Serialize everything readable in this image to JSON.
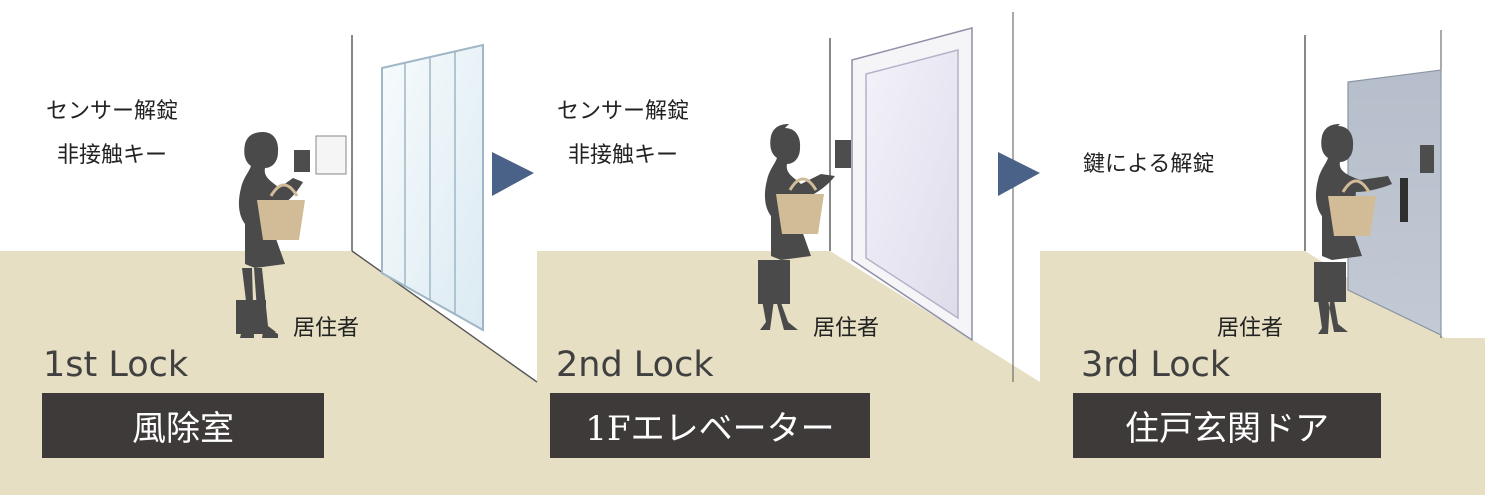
{
  "colors": {
    "floor": "#e6dfc3",
    "wall": "#ffffff",
    "arrow": "#4a6188",
    "label_box": "#3e3a39",
    "silhouette": "#4a4a4a",
    "bag": "#d2bc98",
    "door_steel": "#b9c1cd",
    "glass": "#eaf3f8"
  },
  "stages": [
    {
      "method_lines": [
        "センサー解錠",
        "非接触キー"
      ],
      "person_label": "居住者",
      "lock_label": "1st Lock",
      "location": "風除室",
      "door_type": "glass-sliding-door"
    },
    {
      "method_lines": [
        "センサー解錠",
        "非接触キー"
      ],
      "person_label": "居住者",
      "lock_label": "2nd Lock",
      "location": "1Fエレベーター",
      "door_type": "elevator-door"
    },
    {
      "method_lines": [
        "鍵による解錠"
      ],
      "person_label": "居住者",
      "lock_label": "3rd Lock",
      "location": "住戸玄関ドア",
      "door_type": "entrance-door"
    }
  ],
  "icons": [
    "person-silhouette-icon",
    "handbag-icon",
    "card-reader-icon",
    "next-arrow-icon"
  ]
}
